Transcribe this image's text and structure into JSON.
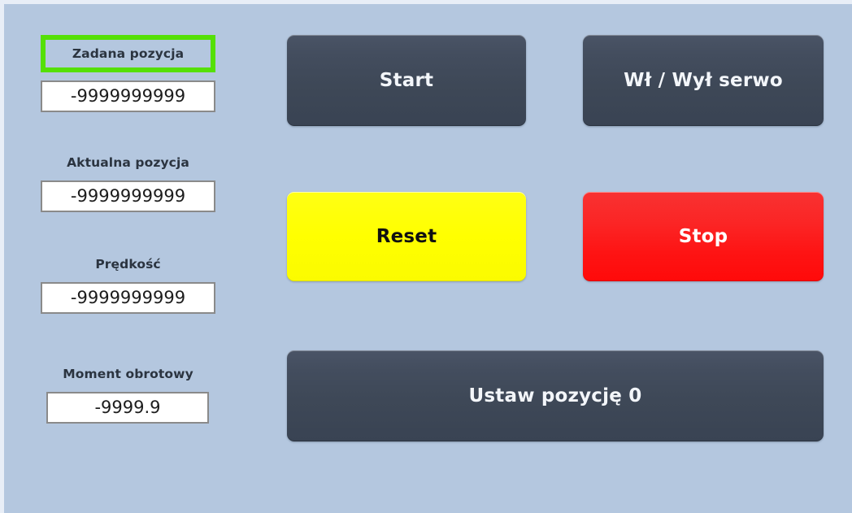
{
  "panel": {
    "background_color": "#b4c7df",
    "border_color": "#e8eef7"
  },
  "readouts": [
    {
      "id": "target",
      "label": "Zadana pozycja",
      "value": "-9999999999",
      "highlighted": true,
      "highlight_color": "#55e006"
    },
    {
      "id": "actual",
      "label": "Aktualna pozycja",
      "value": "-9999999999",
      "highlighted": false
    },
    {
      "id": "speed",
      "label": "Prędkość",
      "value": "-9999999999",
      "highlighted": false
    },
    {
      "id": "torque",
      "label": "Moment obrotowy",
      "value": "-9999.9",
      "highlighted": false
    }
  ],
  "buttons": {
    "start": {
      "label": "Start",
      "color": "#414b5b",
      "text_color": "#f3f6fa"
    },
    "servo": {
      "label": "Wł / Wył serwo",
      "color": "#414b5b",
      "text_color": "#f3f6fa"
    },
    "reset": {
      "label": "Reset",
      "color": "#ffff00",
      "text_color": "#101010"
    },
    "stop": {
      "label": "Stop",
      "color": "#fe1313",
      "text_color": "#ffffff"
    },
    "zero": {
      "label": "Ustaw pozycję 0",
      "color": "#414b5b",
      "text_color": "#f3f6fa"
    }
  }
}
